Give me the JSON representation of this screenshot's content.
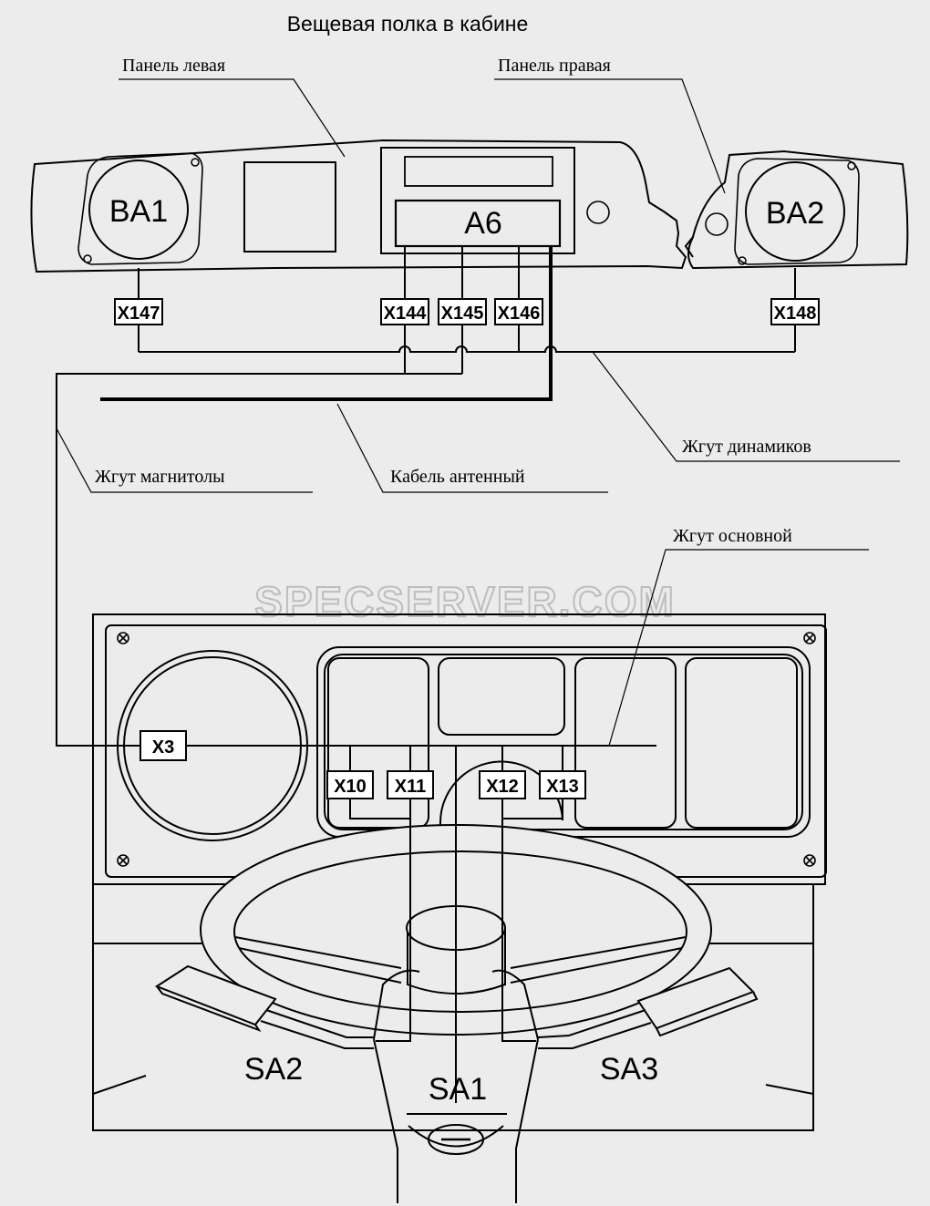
{
  "title": "Вещевая полка в кабине",
  "watermark": "SPECSERVER.COM",
  "colors": {
    "background": "#ececec",
    "line": "#000000",
    "watermark": "#c8c8c8"
  },
  "labels": {
    "panel_left": "Панель левая",
    "panel_right": "Панель правая",
    "harness_radio": "Жгут магнитолы",
    "cable_antenna": "Кабель антенный",
    "harness_speakers": "Жгут динамиков",
    "harness_main": "Жгут основной"
  },
  "speakers": {
    "left": "BA1",
    "right": "BA2"
  },
  "radio": "A6",
  "connectors": {
    "x147": "X147",
    "x144": "X144",
    "x145": "X145",
    "x146": "X146",
    "x148": "X148",
    "x3": "X3",
    "x10": "X10",
    "x11": "X11",
    "x12": "X12",
    "x13": "X13"
  },
  "switches": {
    "sa1": "SA1",
    "sa2": "SA2",
    "sa3": "SA3"
  }
}
